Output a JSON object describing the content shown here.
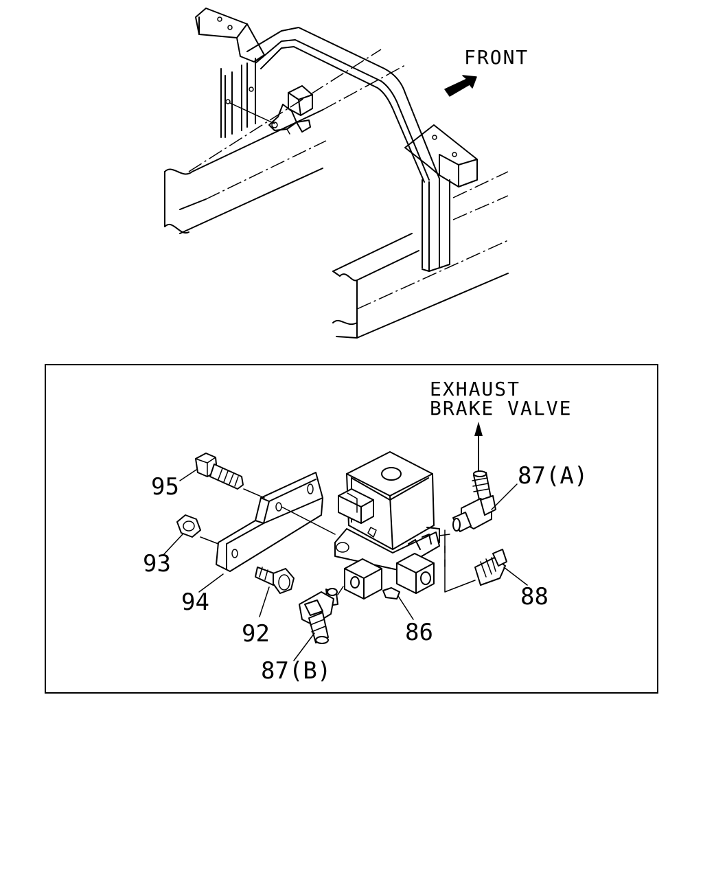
{
  "overview": {
    "direction_label": "FRONT"
  },
  "detail": {
    "destination_label_line1": "EXHAUST",
    "destination_label_line2": "BRAKE VALVE",
    "callouts": {
      "c95": "95",
      "c93": "93",
      "c94": "94",
      "c92": "92",
      "c87a": "87(A)",
      "c86": "86",
      "c88": "88",
      "c87b": "87(B)"
    }
  }
}
